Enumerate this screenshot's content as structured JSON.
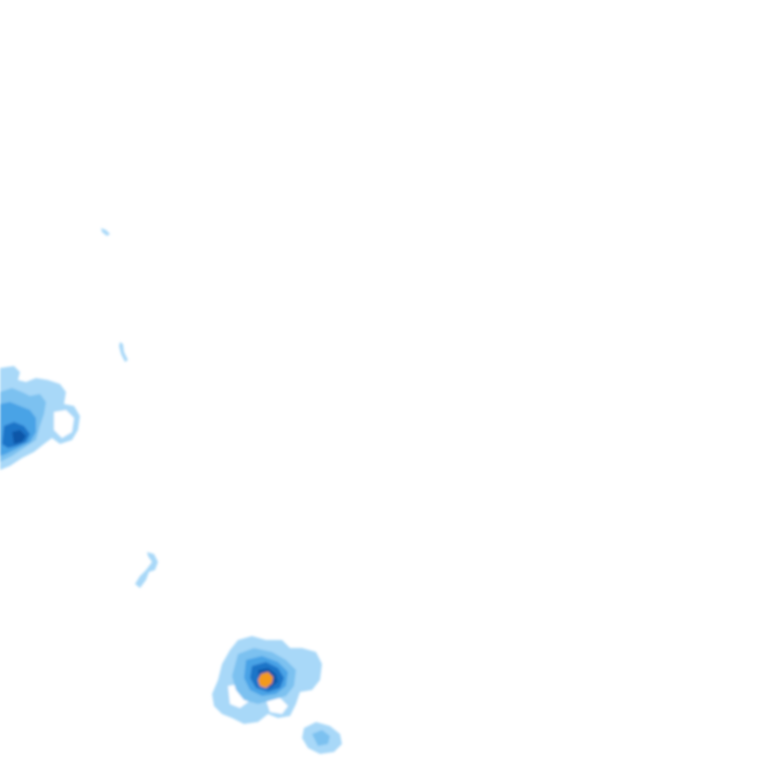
{
  "map": {
    "layer": "precipitation-radar-overlay",
    "colors": {
      "light": "#a8d8f8",
      "light_mid": "#7cc1f0",
      "medium": "#4aa3e6",
      "heavy": "#1f74c8",
      "very_heavy": "#0f57a8",
      "intense": "#f39a1e",
      "background": "#ffffff"
    },
    "echoes": [
      {
        "id": "west-cluster",
        "intensity": "heavy"
      },
      {
        "id": "south-cell",
        "intensity": "intense"
      },
      {
        "id": "south-east-fragment",
        "intensity": "light"
      },
      {
        "id": "scattered-fragments",
        "intensity": "light"
      }
    ]
  }
}
